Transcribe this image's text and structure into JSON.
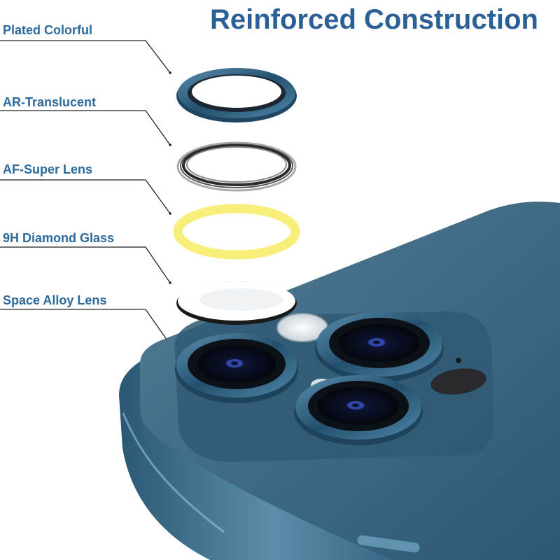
{
  "title": "Reinforced Construction",
  "layers": [
    {
      "label": "Plated Colorful",
      "icon": "metal-ring-icon"
    },
    {
      "label": "AR-Translucent",
      "icon": "ar-film-ring-icon"
    },
    {
      "label": "AF-Super Lens",
      "icon": "af-yellow-ring-icon"
    },
    {
      "label": "9H Diamond Glass",
      "icon": "glass-disc-icon"
    },
    {
      "label": "Space Alloy Lens",
      "icon": "camera-module-icon"
    }
  ],
  "colors": {
    "title": "#2a6096",
    "label": "#2c6a9c",
    "ring_blue": "#2f5b78",
    "af_yellow": "#f7ef7a",
    "phone_blue": "#3b6a86"
  }
}
